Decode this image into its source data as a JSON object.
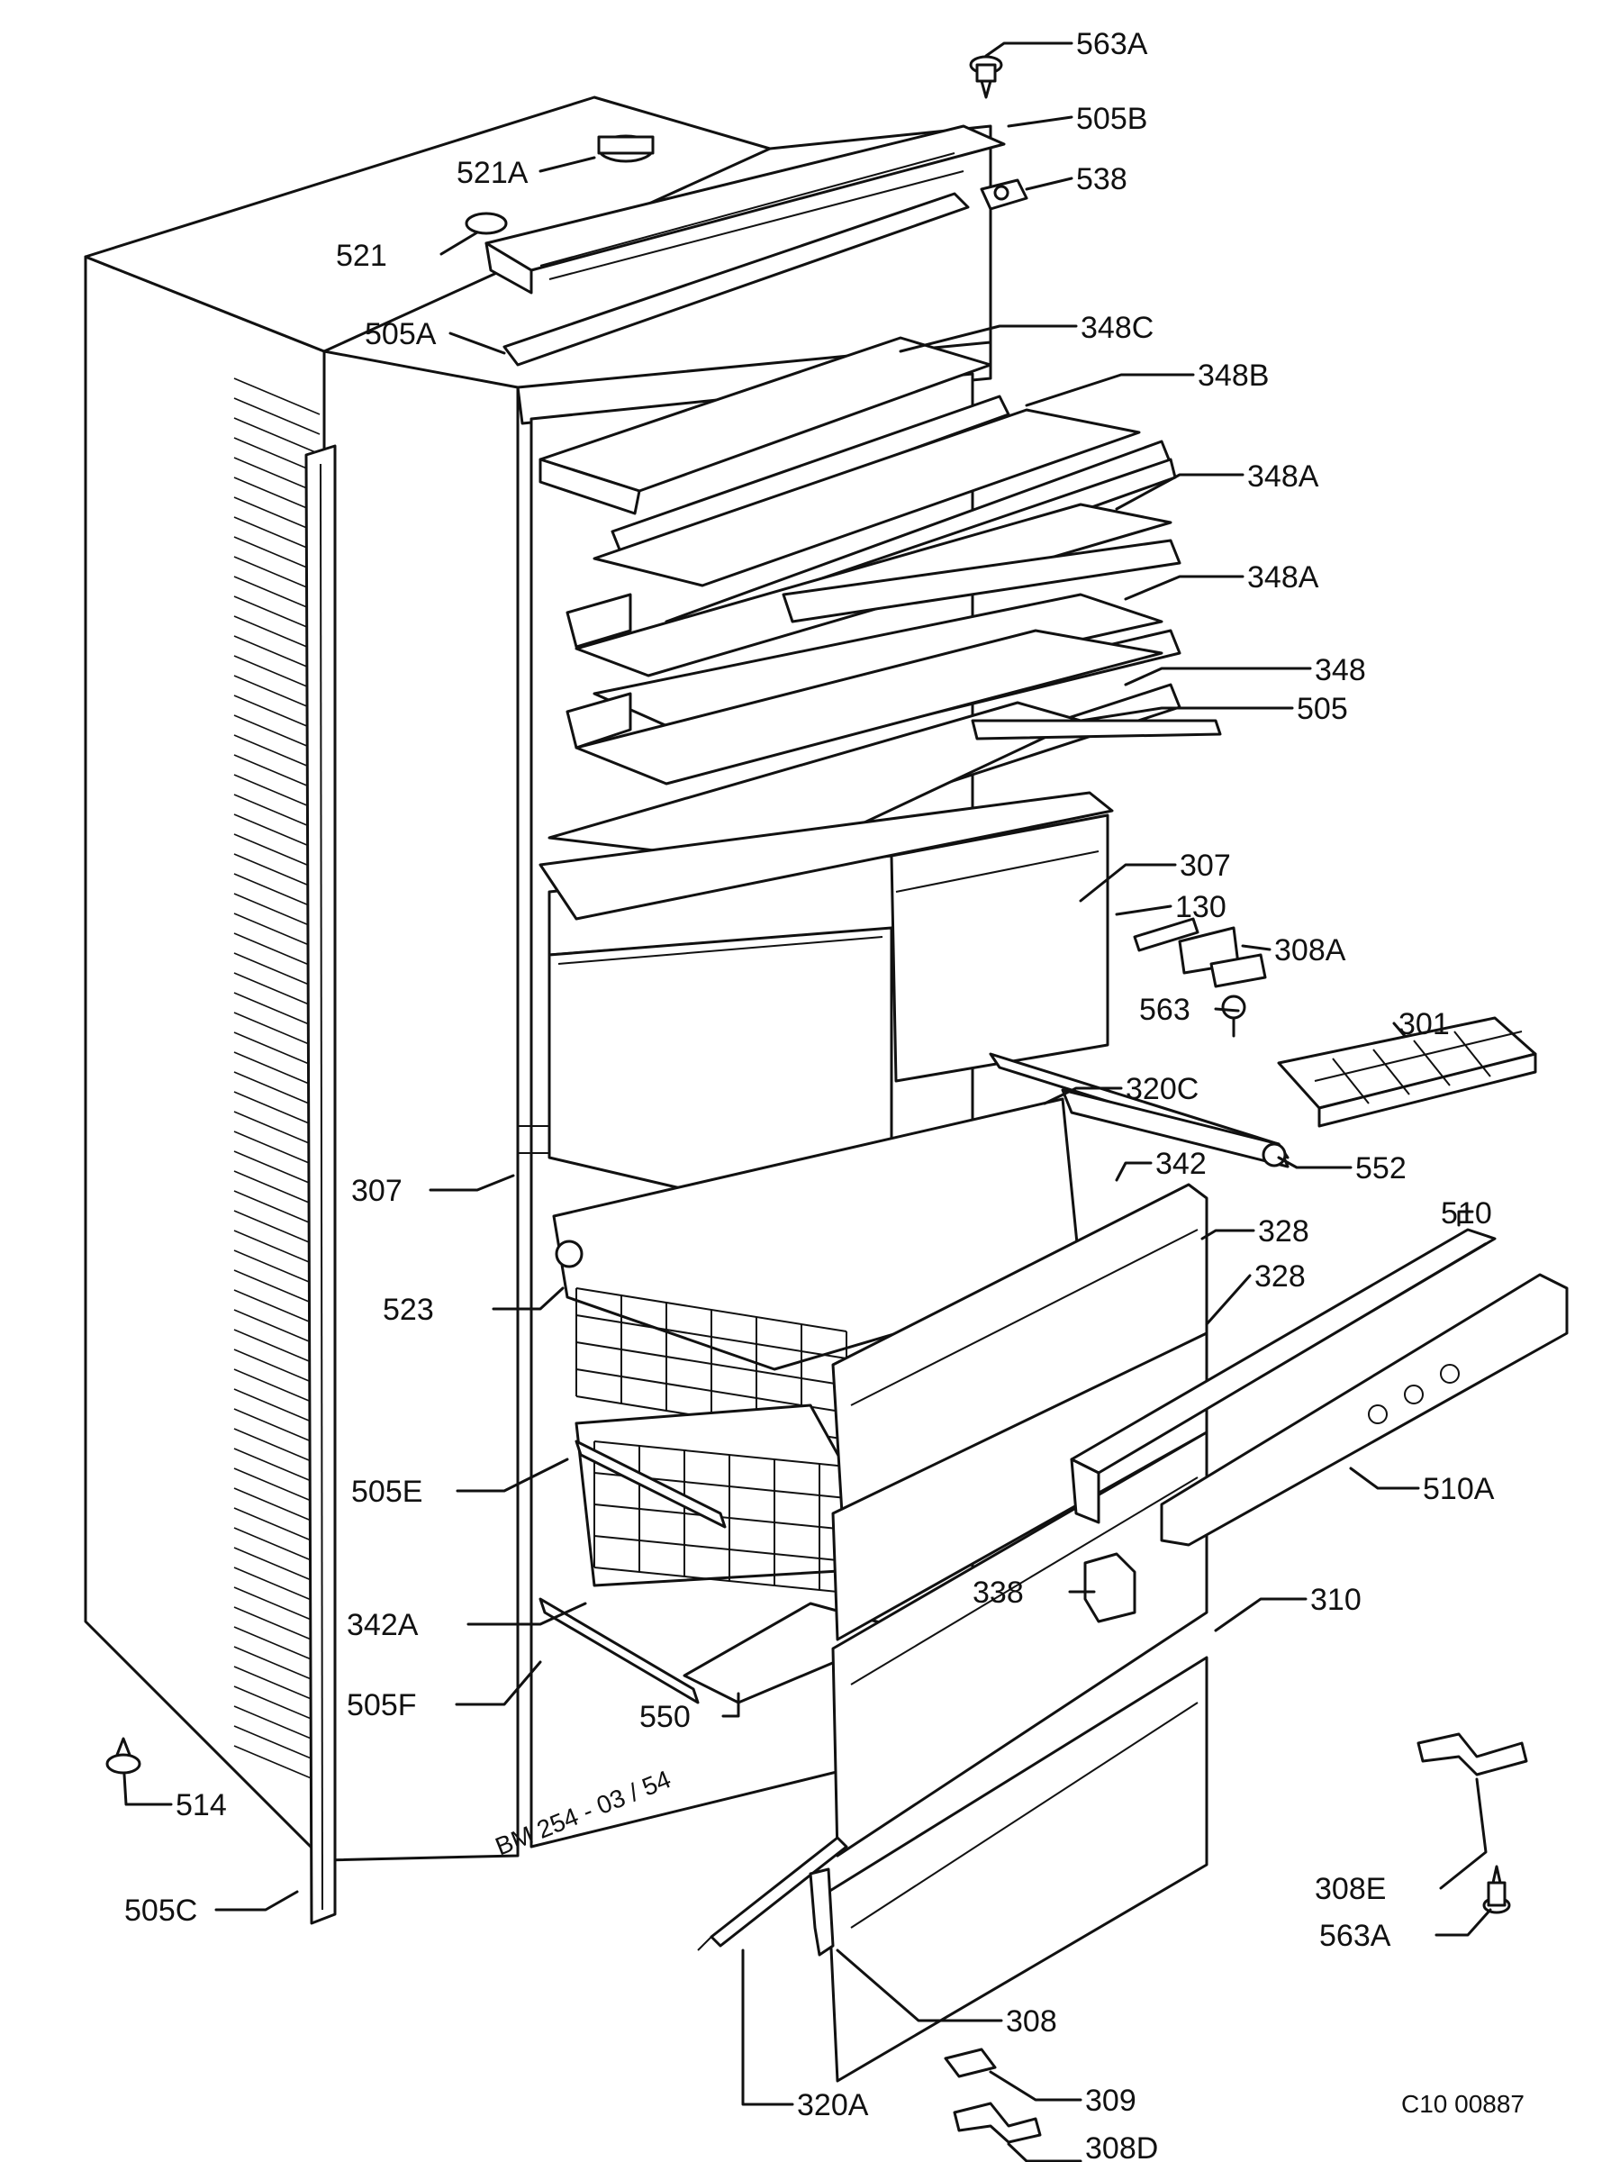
{
  "drawing": {
    "reference": "C10 00887",
    "stamp": "BM 254 - 03 / 54"
  },
  "callouts": [
    {
      "id": "c-563A-top",
      "text": "563A"
    },
    {
      "id": "c-505B",
      "text": "505B"
    },
    {
      "id": "c-521A",
      "text": "521A"
    },
    {
      "id": "c-538",
      "text": "538"
    },
    {
      "id": "c-521",
      "text": "521"
    },
    {
      "id": "c-505A",
      "text": "505A"
    },
    {
      "id": "c-348C",
      "text": "348C"
    },
    {
      "id": "c-348B",
      "text": "348B"
    },
    {
      "id": "c-348A-1",
      "text": "348A"
    },
    {
      "id": "c-348A-2",
      "text": "348A"
    },
    {
      "id": "c-348",
      "text": "348"
    },
    {
      "id": "c-505",
      "text": "505"
    },
    {
      "id": "c-307-right",
      "text": "307"
    },
    {
      "id": "c-130",
      "text": "130"
    },
    {
      "id": "c-308A",
      "text": "308A"
    },
    {
      "id": "c-563",
      "text": "563"
    },
    {
      "id": "c-301",
      "text": "301"
    },
    {
      "id": "c-320C",
      "text": "320C"
    },
    {
      "id": "c-552",
      "text": "552"
    },
    {
      "id": "c-307-left",
      "text": "307"
    },
    {
      "id": "c-342",
      "text": "342"
    },
    {
      "id": "c-328-1",
      "text": "328"
    },
    {
      "id": "c-510",
      "text": "510"
    },
    {
      "id": "c-328-2",
      "text": "328"
    },
    {
      "id": "c-523",
      "text": "523"
    },
    {
      "id": "c-510A",
      "text": "510A"
    },
    {
      "id": "c-505E",
      "text": "505E"
    },
    {
      "id": "c-338",
      "text": "338"
    },
    {
      "id": "c-310",
      "text": "310"
    },
    {
      "id": "c-342A",
      "text": "342A"
    },
    {
      "id": "c-505F",
      "text": "505F"
    },
    {
      "id": "c-550",
      "text": "550"
    },
    {
      "id": "c-514",
      "text": "514"
    },
    {
      "id": "c-505C",
      "text": "505C"
    },
    {
      "id": "c-308E",
      "text": "308E"
    },
    {
      "id": "c-563A-bottom",
      "text": "563A"
    },
    {
      "id": "c-308",
      "text": "308"
    },
    {
      "id": "c-309",
      "text": "309"
    },
    {
      "id": "c-320A",
      "text": "320A"
    },
    {
      "id": "c-308D",
      "text": "308D"
    }
  ]
}
